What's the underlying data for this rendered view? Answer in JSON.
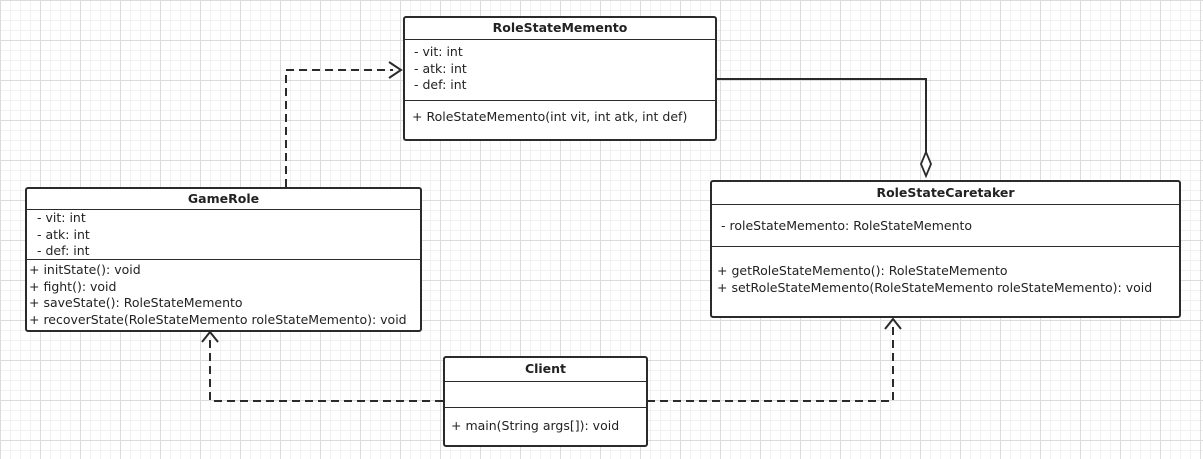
{
  "classes": {
    "memento": {
      "name": "RoleStateMemento",
      "attributes": [
        "- vit: int",
        "- atk: int",
        "- def: int"
      ],
      "methods": [
        "+ RoleStateMemento(int vit, int atk, int def)"
      ]
    },
    "game_role": {
      "name": "GameRole",
      "attributes": [
        "- vit: int",
        "- atk: int",
        "- def: int"
      ],
      "methods": [
        "+ initState(): void",
        "+ fight(): void",
        "+ saveState(): RoleStateMemento",
        "+ recoverState(RoleStateMemento roleStateMemento):  void"
      ]
    },
    "caretaker": {
      "name": "RoleStateCaretaker",
      "attributes": [
        "- roleStateMemento: RoleStateMemento"
      ],
      "methods": [
        "+ getRoleStateMemento(): RoleStateMemento",
        "+ setRoleStateMemento(RoleStateMemento roleStateMemento): void"
      ]
    },
    "client": {
      "name": "Client",
      "attributes": [],
      "methods": [
        "+ main(String args[]): void"
      ]
    }
  },
  "relationships": [
    {
      "from": "GameRole",
      "to": "RoleStateMemento",
      "type": "dependency"
    },
    {
      "from": "RoleStateCaretaker",
      "to": "RoleStateMemento",
      "type": "aggregation"
    },
    {
      "from": "Client",
      "to": "GameRole",
      "type": "dependency"
    },
    {
      "from": "Client",
      "to": "RoleStateCaretaker",
      "type": "dependency"
    }
  ],
  "colors": {
    "line": "#2b2b2b",
    "grid": "#dcdcdc",
    "box_fill": "#ffffff"
  }
}
